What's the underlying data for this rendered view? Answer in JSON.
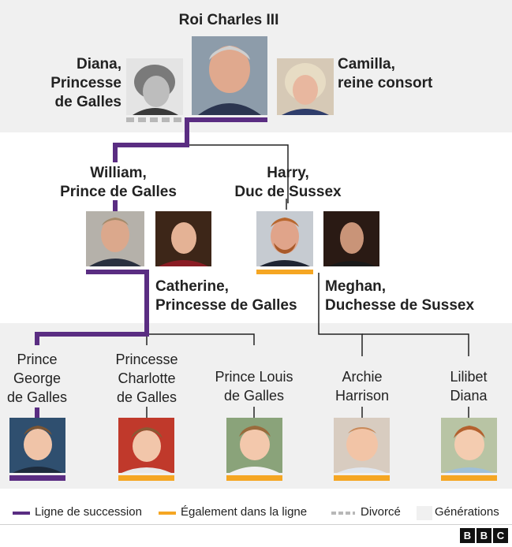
{
  "colors": {
    "succession": "#5a2d82",
    "also_in_line": "#f5a623",
    "divorced": "#b8b8b8",
    "generation_band": "#f0f0f0"
  },
  "people": {
    "charles": {
      "name": "Roi Charles III"
    },
    "diana": {
      "line1": "Diana,",
      "line2": "Princesse",
      "line3": "de Galles"
    },
    "camilla": {
      "line1": "Camilla,",
      "line2": "reine consort"
    },
    "william": {
      "line1": "William,",
      "line2": "Prince de Galles"
    },
    "harry": {
      "line1": "Harry,",
      "line2": "Duc de Sussex"
    },
    "catherine": {
      "line1": "Catherine,",
      "line2": "Princesse de Galles"
    },
    "meghan": {
      "line1": "Meghan,",
      "line2": "Duchesse de Sussex"
    },
    "george": {
      "line1": "Prince",
      "line2": "George",
      "line3": "de Galles"
    },
    "charlotte": {
      "line1": "Princesse",
      "line2": "Charlotte",
      "line3": "de Galles"
    },
    "louis": {
      "line1": "Prince Louis",
      "line2": "de Galles"
    },
    "archie": {
      "line1": "Archie",
      "line2": "Harrison"
    },
    "lilibet": {
      "line1": "Lilibet",
      "line2": "Diana"
    }
  },
  "legend": {
    "succession": "Ligne de succession",
    "also_in_line": "Également dans la ligne",
    "divorced": "Divorcé",
    "generations": "Générations"
  },
  "brand": {
    "b1": "B",
    "b2": "B",
    "b3": "C"
  }
}
